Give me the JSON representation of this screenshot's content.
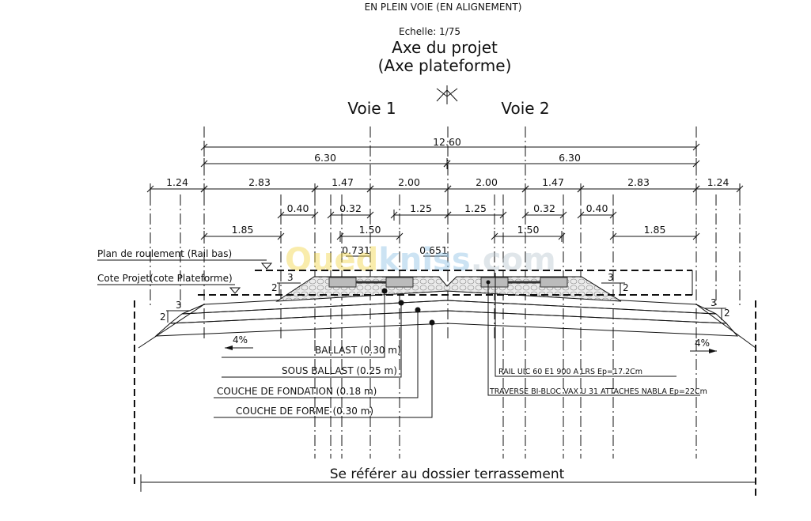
{
  "header": {
    "title": "EN PLEIN VOIE (EN ALIGNEMENT)",
    "scale": "Echelle: 1/75",
    "axis_line1": "Axe du projet",
    "axis_line2": "(Axe plateforme)",
    "track1": "Voie 1",
    "track2": "Voie 2"
  },
  "dimensions": {
    "total": "12.60",
    "half_left": "6.30",
    "half_right": "6.30",
    "row3": [
      "1.24",
      "2.83",
      "1.47",
      "2.00",
      "2.00",
      "1.47",
      "2.83",
      "1.24"
    ],
    "row4": [
      "0.40",
      "0.32",
      "1.25",
      "1.25",
      "0.32",
      "0.40"
    ],
    "row5": [
      "1.85",
      "1.50",
      "1.50",
      "1.85"
    ],
    "rail_left": "0.731",
    "rail_right": "0.651"
  },
  "levels": {
    "rail": "Plan de roulement (Rail bas)",
    "platform": "Cote Projet(cote Plateforme)"
  },
  "slopes": {
    "run": "3",
    "rise": "2",
    "grade_left": "4%",
    "grade_right": "4%"
  },
  "layers": [
    "BALLAST (0.30 m)",
    "SOUS BALLAST (0.25 m)",
    "COUCHE DE FONDATION (0.18 m)",
    "COUCHE DE FORME (0.30 m)"
  ],
  "components": {
    "rail": "RAIL UIC 60 E1 900 A LRS Ep=17.2Cm",
    "sleeper": "TRAVERSE BI-BLOC VAX U 31 ATTACHES NABLA Ep=22Cm"
  },
  "footer": "Se référer au dossier terrassement",
  "watermark": {
    "part1": "Oued",
    "part2": "kniss",
    "part3": ".com"
  },
  "colors": {
    "layer1": "#fbf5c6",
    "layer2": "#f6efd6",
    "layer3": "#f2d8c4",
    "ballast": "#e4e4e4",
    "wm1": "#f2d64a",
    "wm2": "#8fc3e6"
  }
}
